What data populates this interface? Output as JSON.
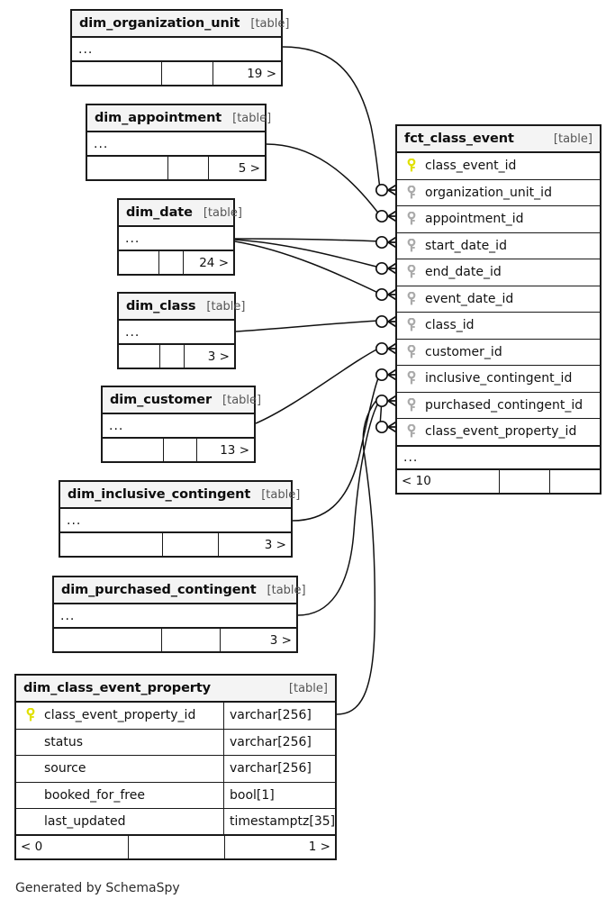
{
  "diagram": {
    "generator_credit": "Generated by SchemaSpy",
    "table_tag": "[table]",
    "ellipsis": "...",
    "colors": {
      "primary_key": "#e6e600",
      "foreign_key": "#aaaaaa",
      "border": "#1a1a1a",
      "header_background": "#f4f4f4",
      "canvas_background": "#ffffff"
    }
  },
  "tables": [
    {
      "id": "dim_organization_unit",
      "name": "dim_organization_unit",
      "tag": "[table]",
      "collapsed": true,
      "ellipsis": "...",
      "footer": {
        "left": "",
        "middle": "",
        "right": "19 >"
      },
      "columns": []
    },
    {
      "id": "dim_appointment",
      "name": "dim_appointment",
      "tag": "[table]",
      "collapsed": true,
      "ellipsis": "...",
      "footer": {
        "left": "",
        "middle": "",
        "right": "5 >"
      },
      "columns": []
    },
    {
      "id": "dim_date",
      "name": "dim_date",
      "tag": "[table]",
      "collapsed": true,
      "ellipsis": "...",
      "footer": {
        "left": "",
        "middle": "",
        "right": "24 >"
      },
      "columns": []
    },
    {
      "id": "dim_class",
      "name": "dim_class",
      "tag": "[table]",
      "collapsed": true,
      "ellipsis": "...",
      "footer": {
        "left": "",
        "middle": "",
        "right": "3 >"
      },
      "columns": []
    },
    {
      "id": "dim_customer",
      "name": "dim_customer",
      "tag": "[table]",
      "collapsed": true,
      "ellipsis": "...",
      "footer": {
        "left": "",
        "middle": "",
        "right": "13 >"
      },
      "columns": []
    },
    {
      "id": "dim_inclusive_contingent",
      "name": "dim_inclusive_contingent",
      "tag": "[table]",
      "collapsed": true,
      "ellipsis": "...",
      "footer": {
        "left": "",
        "middle": "",
        "right": "3 >"
      },
      "columns": []
    },
    {
      "id": "dim_purchased_contingent",
      "name": "dim_purchased_contingent",
      "tag": "[table]",
      "collapsed": true,
      "ellipsis": "...",
      "footer": {
        "left": "",
        "middle": "",
        "right": "3 >"
      },
      "columns": []
    },
    {
      "id": "fct_class_event",
      "name": "fct_class_event",
      "tag": "[table]",
      "collapsed": false,
      "ellipsis": "...",
      "footer": {
        "left": "< 10",
        "middle": "",
        "right": ""
      },
      "columns": [
        {
          "name": "class_event_id",
          "key": "primary",
          "type": ""
        },
        {
          "name": "organization_unit_id",
          "key": "foreign",
          "type": ""
        },
        {
          "name": "appointment_id",
          "key": "foreign",
          "type": ""
        },
        {
          "name": "start_date_id",
          "key": "foreign",
          "type": ""
        },
        {
          "name": "end_date_id",
          "key": "foreign",
          "type": ""
        },
        {
          "name": "event_date_id",
          "key": "foreign",
          "type": ""
        },
        {
          "name": "class_id",
          "key": "foreign",
          "type": ""
        },
        {
          "name": "customer_id",
          "key": "foreign",
          "type": ""
        },
        {
          "name": "inclusive_contingent_id",
          "key": "foreign",
          "type": ""
        },
        {
          "name": "purchased_contingent_id",
          "key": "foreign",
          "type": ""
        },
        {
          "name": "class_event_property_id",
          "key": "foreign",
          "type": ""
        }
      ]
    },
    {
      "id": "dim_class_event_property",
      "name": "dim_class_event_property",
      "tag": "[table]",
      "collapsed": false,
      "ellipsis": "",
      "footer": {
        "left": "< 0",
        "middle": "",
        "right": "1 >"
      },
      "columns": [
        {
          "name": "class_event_property_id",
          "key": "primary",
          "type": "varchar[256]"
        },
        {
          "name": "status",
          "key": "none",
          "type": "varchar[256]"
        },
        {
          "name": "source",
          "key": "none",
          "type": "varchar[256]"
        },
        {
          "name": "booked_for_free",
          "key": "none",
          "type": "bool[1]"
        },
        {
          "name": "last_updated",
          "key": "none",
          "type": "timestamptz[35]"
        }
      ]
    }
  ]
}
